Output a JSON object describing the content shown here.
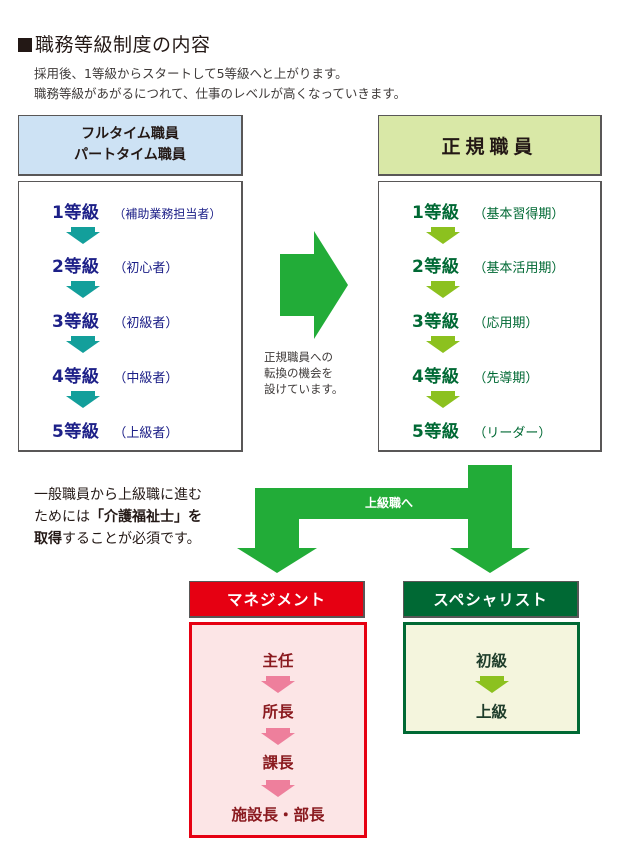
{
  "title": "職務等級制度の内容",
  "intro": {
    "line1": "採用後、1等級からスタートして5等級へと上がります。",
    "line2": "職務等級があがるにつれて、仕事のレベルが高くなっていきます。"
  },
  "colors": {
    "parttime_header_bg": "#cde2f4",
    "parttime_text": "#1d2088",
    "parttime_arrow": "#139f9b",
    "regular_header_bg": "#d9e8a7",
    "regular_text": "#006934",
    "regular_arrow": "#8cc11f",
    "transition_arrow": "#22ac38",
    "management": "#e60012",
    "management_bg": "#fce5e6",
    "management_arrow": "#ee7f9c",
    "specialist": "#006934",
    "specialist_bg": "#f4f5dd"
  },
  "parttime": {
    "header_line1": "フルタイム職員",
    "header_line2": "パートタイム職員",
    "levels": [
      {
        "grade": "1等級",
        "desc": "（補助業務担当者）"
      },
      {
        "grade": "2等級",
        "desc": "（初心者）"
      },
      {
        "grade": "3等級",
        "desc": "（初級者）"
      },
      {
        "grade": "4等級",
        "desc": "（中級者）"
      },
      {
        "grade": "5等級",
        "desc": "（上級者）"
      }
    ]
  },
  "transition": {
    "icon": "arrow-right-icon",
    "note_line1": "正規職員への",
    "note_line2": "転換の機会を",
    "note_line3": "設けています。"
  },
  "regular": {
    "header": "正規職員",
    "levels": [
      {
        "grade": "1等級",
        "desc": "（基本習得期）"
      },
      {
        "grade": "2等級",
        "desc": "（基本活用期）"
      },
      {
        "grade": "3等級",
        "desc": "（応用期）"
      },
      {
        "grade": "4等級",
        "desc": "（先導期）"
      },
      {
        "grade": "5等級",
        "desc": "（リーダー）"
      }
    ]
  },
  "requirement": {
    "line1": "一般職員から上級職に進む",
    "line2_pre": "ためには",
    "line2_bold": "「介護福祉士」を",
    "line3_bold": "取得",
    "line3_post": "することが必須です。"
  },
  "junction": {
    "label": "上級職へ"
  },
  "management": {
    "header": "マネジメント",
    "positions": [
      "主任",
      "所長",
      "課長",
      "施設長・部長"
    ]
  },
  "specialist": {
    "header": "スペシャリスト",
    "positions": [
      "初級",
      "上級"
    ]
  }
}
